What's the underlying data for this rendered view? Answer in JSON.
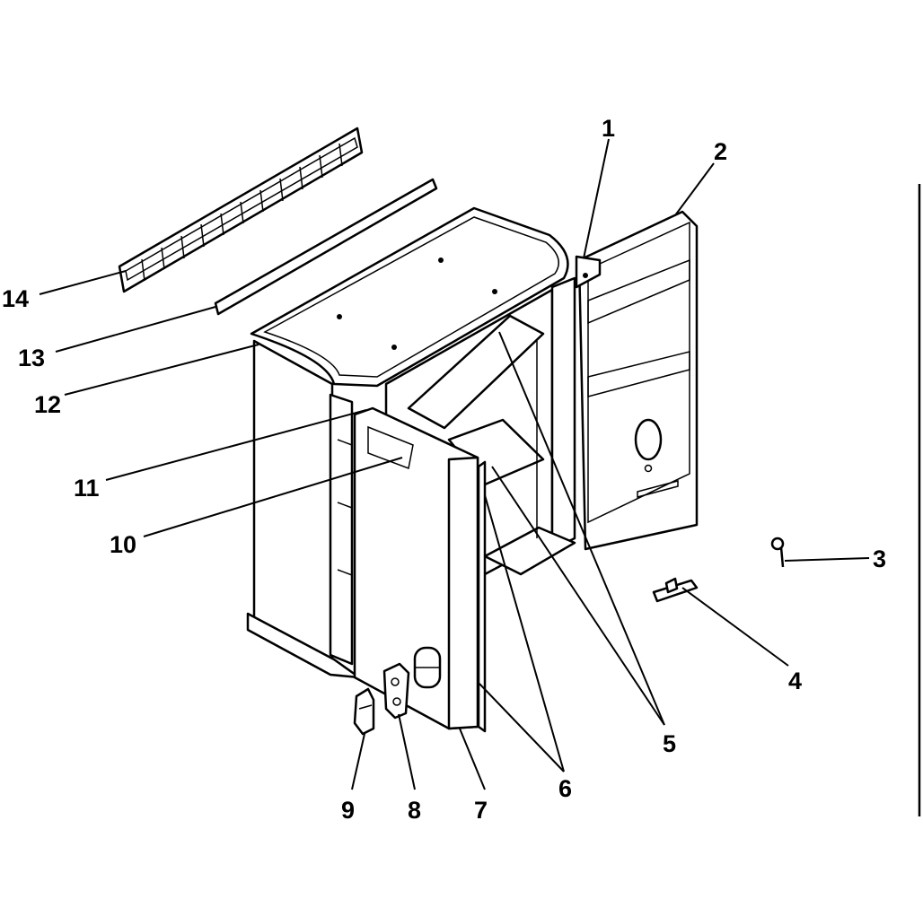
{
  "diagram": {
    "callouts": [
      {
        "id": "1",
        "text": "1"
      },
      {
        "id": "2",
        "text": "2"
      },
      {
        "id": "3",
        "text": "3"
      },
      {
        "id": "4",
        "text": "4"
      },
      {
        "id": "5",
        "text": "5"
      },
      {
        "id": "6",
        "text": "6"
      },
      {
        "id": "7",
        "text": "7"
      },
      {
        "id": "8",
        "text": "8"
      },
      {
        "id": "9",
        "text": "9"
      },
      {
        "id": "10",
        "text": "10"
      },
      {
        "id": "11",
        "text": "11"
      },
      {
        "id": "12",
        "text": "12"
      },
      {
        "id": "13",
        "text": "13"
      },
      {
        "id": "14",
        "text": "14"
      }
    ],
    "colors": {
      "ink": "#000000",
      "paper": "#ffffff"
    }
  }
}
